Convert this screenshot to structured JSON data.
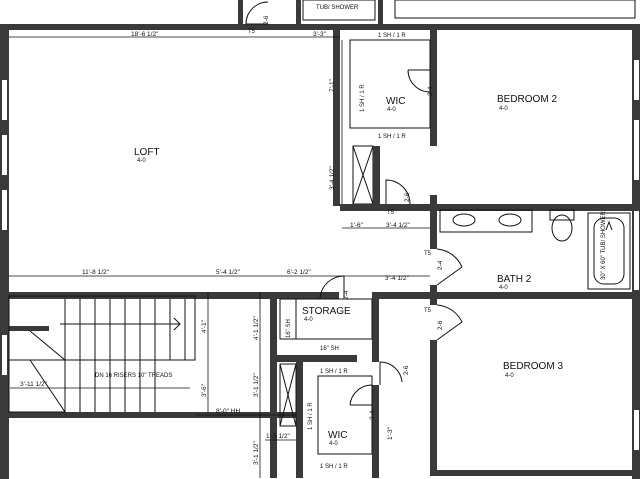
{
  "rooms": {
    "loft": "LOFT",
    "loft_h": "4-0",
    "bed2": "BEDROOM 2",
    "bed2_h": "4-0",
    "bed3": "BEDROOM 3",
    "bed3_h": "4-0",
    "bath2": "BATH 2",
    "bath2_h": "4-0",
    "wic": "WIC",
    "wic_h": "4-0",
    "wic2": "WIC",
    "wic2_h": "4-0",
    "storage": "STORAGE",
    "storage_h": "4-0"
  },
  "labels": {
    "tub_top": "TUB/ SHOWER",
    "tub_right": "30\" X 60\" TUB/ SHOWER",
    "stairs": "DN 16 RISERS 10\" TREADS",
    "sh_r": "1 SH / 1 R",
    "sh16": "16\" SH",
    "t5": "T5"
  },
  "dims": {
    "d_18_6": "18'-6 1/2\"",
    "d_3_3": "3'-3\"",
    "d_7_1": "7'-1\"",
    "d_3_4v": "3'-4 1/2\"",
    "d_1_6": "1'-6\"",
    "d_3_4a": "3'-4 1/2\"",
    "d_11_8": "11'-8 1/2\"",
    "d_5_4": "5'-4 1/2\"",
    "d_6_2": "6'-2 1/2\"",
    "d_3_4b": "3'-4 1/2\"",
    "d_4_1a": "4'-1\"",
    "d_4_1b": "4'-1 1/2\"",
    "d_3_6": "3'-6\"",
    "d_3_11": "3'-11 1/2\"",
    "d_3_1a": "3'-1 1/2\"",
    "d_8_0": "8'-0\" HH",
    "d_1_5": "1'-5 1/2\"",
    "d_3_1b": "3'-1 1/2\"",
    "d_1_3": "1'-3\"",
    "door_2_4": "2-4",
    "door_2_6": "2-6"
  }
}
